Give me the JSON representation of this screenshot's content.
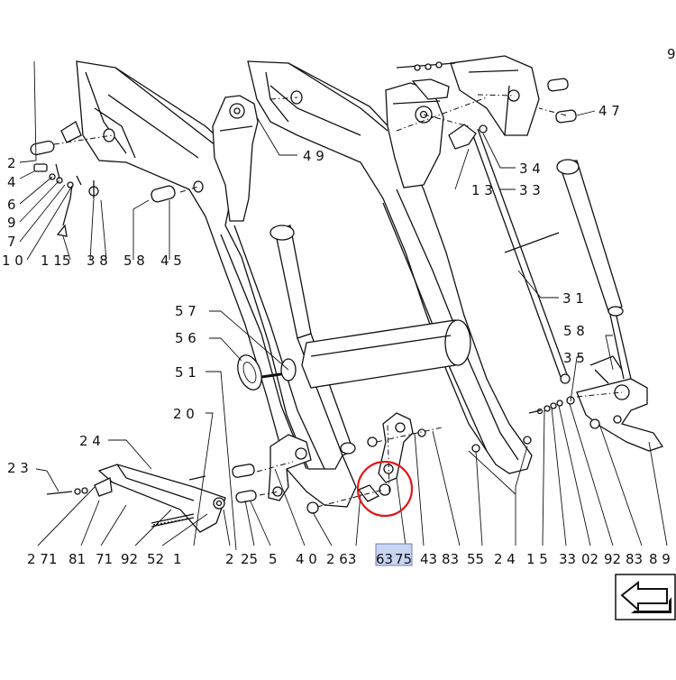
{
  "diagram": {
    "highlight_color": "#c9d4f0",
    "highlight_border": "#6e7fb8",
    "circle_color": "#e01818",
    "labels": [
      {
        "id": "l-2a",
        "text": "2"
      },
      {
        "id": "l-4a",
        "text": "4"
      },
      {
        "id": "l-6",
        "text": "6"
      },
      {
        "id": "l-9a",
        "text": "9"
      },
      {
        "id": "l-7",
        "text": "7"
      },
      {
        "id": "l-1-0",
        "text": "1 0"
      },
      {
        "id": "l-1-15",
        "text": "1  15"
      },
      {
        "id": "l-3-8",
        "text": "3  8"
      },
      {
        "id": "l-5-8a",
        "text": "5  8"
      },
      {
        "id": "l-4-5",
        "text": "4  5"
      },
      {
        "id": "l-4-9",
        "text": "4  9"
      },
      {
        "id": "l-3-4",
        "text": "3  4"
      },
      {
        "id": "l-1-3",
        "text": "1  3"
      },
      {
        "id": "l-3-3",
        "text": "3  3"
      },
      {
        "id": "l-4-7",
        "text": "4  7"
      },
      {
        "id": "l-3-1",
        "text": "3  1"
      },
      {
        "id": "l-5-8b",
        "text": "5  8"
      },
      {
        "id": "l-3-5",
        "text": "3  5"
      },
      {
        "id": "l-5-7",
        "text": "5  7"
      },
      {
        "id": "l-5-6",
        "text": "5  6"
      },
      {
        "id": "l-5-1",
        "text": "5  1"
      },
      {
        "id": "l-2-0",
        "text": "2  0"
      },
      {
        "id": "l-2-4",
        "text": "2  4"
      },
      {
        "id": "l-2-3",
        "text": "2  3"
      },
      {
        "id": "l-9-top",
        "text": "9"
      },
      {
        "id": "b-2-71",
        "text": "2  71"
      },
      {
        "id": "b-81",
        "text": "81"
      },
      {
        "id": "b-71",
        "text": "71"
      },
      {
        "id": "b-92",
        "text": "92"
      },
      {
        "id": "b-52",
        "text": "52"
      },
      {
        "id": "b-1",
        "text": "1"
      },
      {
        "id": "b-2",
        "text": "2"
      },
      {
        "id": "b-25",
        "text": "25"
      },
      {
        "id": "b-5",
        "text": "5"
      },
      {
        "id": "b-4-0",
        "text": "4  0"
      },
      {
        "id": "b-2-63",
        "text": "2  63"
      },
      {
        "id": "b-63",
        "text": "63"
      },
      {
        "id": "b-75",
        "text": "75"
      },
      {
        "id": "b-43",
        "text": "43"
      },
      {
        "id": "b-83",
        "text": "83"
      },
      {
        "id": "b-55",
        "text": "55"
      },
      {
        "id": "b-2-4",
        "text": "2  4"
      },
      {
        "id": "b-1-5",
        "text": "1  5"
      },
      {
        "id": "b-33",
        "text": "33"
      },
      {
        "id": "b-02",
        "text": "02"
      },
      {
        "id": "b-92b",
        "text": "92"
      },
      {
        "id": "b-83b",
        "text": "83"
      },
      {
        "id": "b-89",
        "text": "8  9"
      }
    ]
  }
}
